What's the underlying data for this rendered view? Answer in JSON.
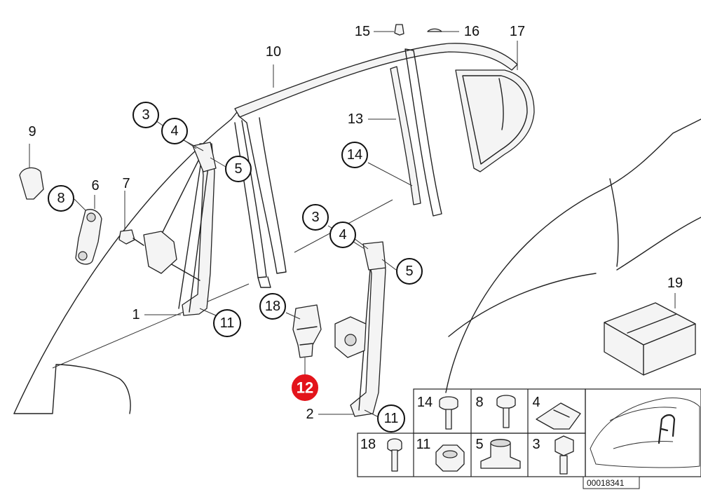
{
  "callouts": {
    "c1": "1",
    "c2": "2",
    "c3a": "3",
    "c3b": "3",
    "c4a": "4",
    "c4b": "4",
    "c5a": "5",
    "c5b": "5",
    "c6": "6",
    "c7": "7",
    "c8": "8",
    "c9": "9",
    "c10": "10",
    "c11a": "11",
    "c11b": "11",
    "c12": "12",
    "c13": "13",
    "c14": "14",
    "c15": "15",
    "c16": "16",
    "c17": "17",
    "c18": "18",
    "c19": "19"
  },
  "legend": {
    "r1": [
      "14",
      "8",
      "4"
    ],
    "r2": [
      "18",
      "11",
      "5",
      "3"
    ]
  },
  "reference_number": "00018341",
  "colors": {
    "highlight": "#e3141b",
    "line": "#222222"
  }
}
